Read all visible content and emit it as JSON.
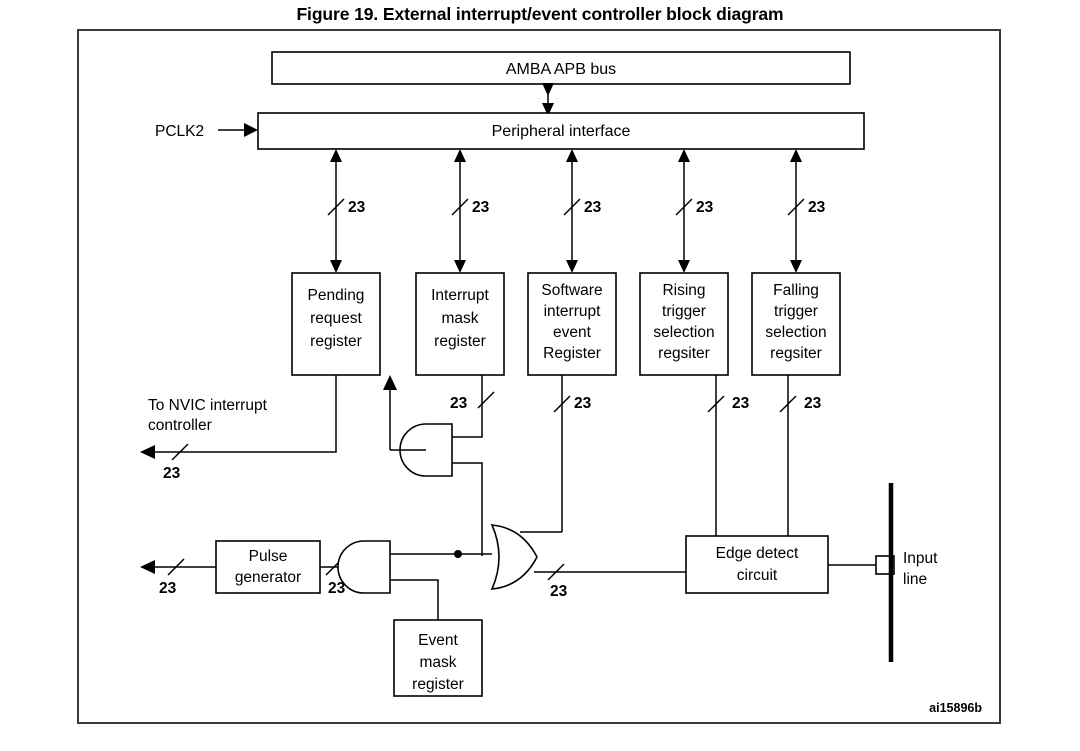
{
  "figure": {
    "title": "Figure 19. External interrupt/event controller block diagram",
    "id_label": "ai15896b"
  },
  "blocks": {
    "apb_bus": "AMBA APB bus",
    "peripheral_interface": "Peripheral interface",
    "pending_request_register": [
      "Pending",
      "request",
      "register"
    ],
    "interrupt_mask_register": [
      "Interrupt",
      "mask",
      "register"
    ],
    "software_interrupt_event_register": [
      "Software",
      "interrupt",
      "event",
      "Register"
    ],
    "rising_trigger_selection_register": [
      "Rising",
      "trigger",
      "selection",
      "regsiter"
    ],
    "falling_trigger_selection_register": [
      "Falling",
      "trigger",
      "selection",
      "regsiter"
    ],
    "pulse_generator": [
      "Pulse",
      "generator"
    ],
    "event_mask_register": [
      "Event",
      "mask",
      "register"
    ],
    "edge_detect_circuit": [
      "Edge detect",
      "circuit"
    ]
  },
  "signals": {
    "pclk2": "PCLK2",
    "to_nvic": [
      "To NVIC interrupt",
      "controller"
    ],
    "input_line": [
      "Input",
      "line"
    ]
  },
  "bus_widths": {
    "value": "23",
    "top_row": [
      "23",
      "23",
      "23",
      "23",
      "23"
    ],
    "mid_row": [
      "23",
      "23",
      "23",
      "23"
    ],
    "nvic_out": "23",
    "pulse_out": "23",
    "pulse_in": "23",
    "or_out": "23"
  },
  "colors": {
    "line": "#000000",
    "frame": "#3a3a3a",
    "background": "#ffffff"
  }
}
